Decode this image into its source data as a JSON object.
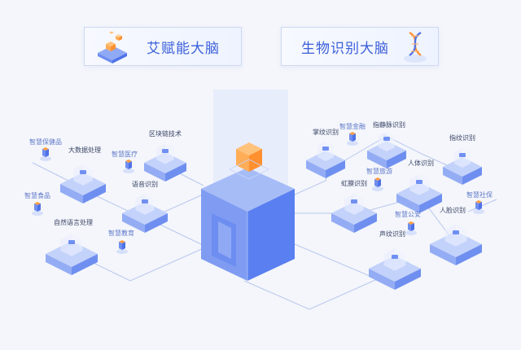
{
  "header": {
    "left_badge": {
      "title": "艾赋能大脑",
      "icon": "cubes-icon"
    },
    "right_badge": {
      "title": "生物识别大脑",
      "icon": "dna-icon"
    }
  },
  "left_modules": [
    {
      "label": "大数据处理"
    },
    {
      "label": "区块链技术"
    },
    {
      "label": "语音识别"
    },
    {
      "label": "自然语言处理"
    }
  ],
  "left_apps": [
    {
      "label": "智慧保健品"
    },
    {
      "label": "智慧医疗"
    },
    {
      "label": "智慧食品"
    },
    {
      "label": "智慧教育"
    }
  ],
  "right_modules": [
    {
      "label": "掌纹识别"
    },
    {
      "label": "指静脉识别"
    },
    {
      "label": "指纹识别"
    },
    {
      "label": "虹膜识别"
    },
    {
      "label": "人体识别"
    },
    {
      "label": "人脸识别"
    },
    {
      "label": "声纹识别"
    }
  ],
  "right_apps": [
    {
      "label": "智慧金融"
    },
    {
      "label": "智慧旅游"
    },
    {
      "label": "智慧社保"
    },
    {
      "label": "智慧公安"
    }
  ],
  "colors": {
    "accent": "#3b5fd9",
    "platform": "#a9bdf5",
    "core_cube": "#5a7ff0",
    "orange_cube": "#ff9d42",
    "background": "#f4f6fb"
  }
}
